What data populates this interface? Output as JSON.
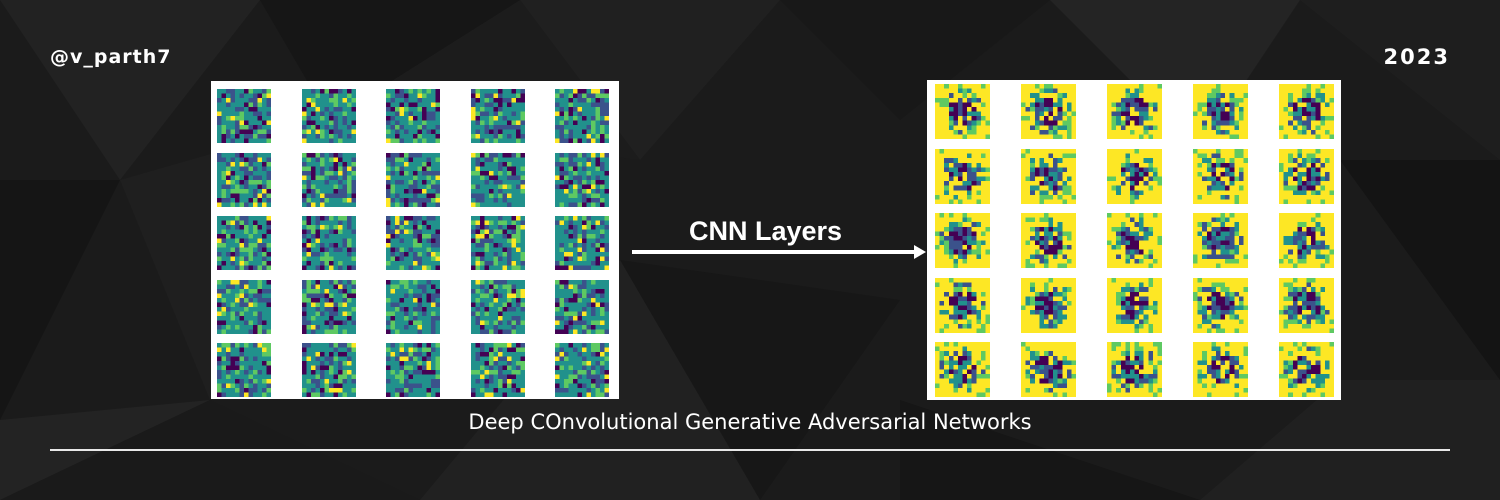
{
  "header": {
    "handle": "@v_parth7",
    "year": "2023"
  },
  "diagram": {
    "arrow_label": "CNN Layers",
    "caption": "Deep COnvolutional Generative Adversarial Networks",
    "left_grid": {
      "rows": 5,
      "cols": 5,
      "style": "noise"
    },
    "right_grid": {
      "rows": 5,
      "cols": 5,
      "style": "generated"
    }
  },
  "colors": {
    "background": "#1b1b1b",
    "text": "#ffffff",
    "viridis_dark": "#440154",
    "viridis_blue": "#3b528b",
    "viridis_teal": "#21918c",
    "viridis_green": "#5ec962",
    "viridis_yellow": "#fde725"
  }
}
